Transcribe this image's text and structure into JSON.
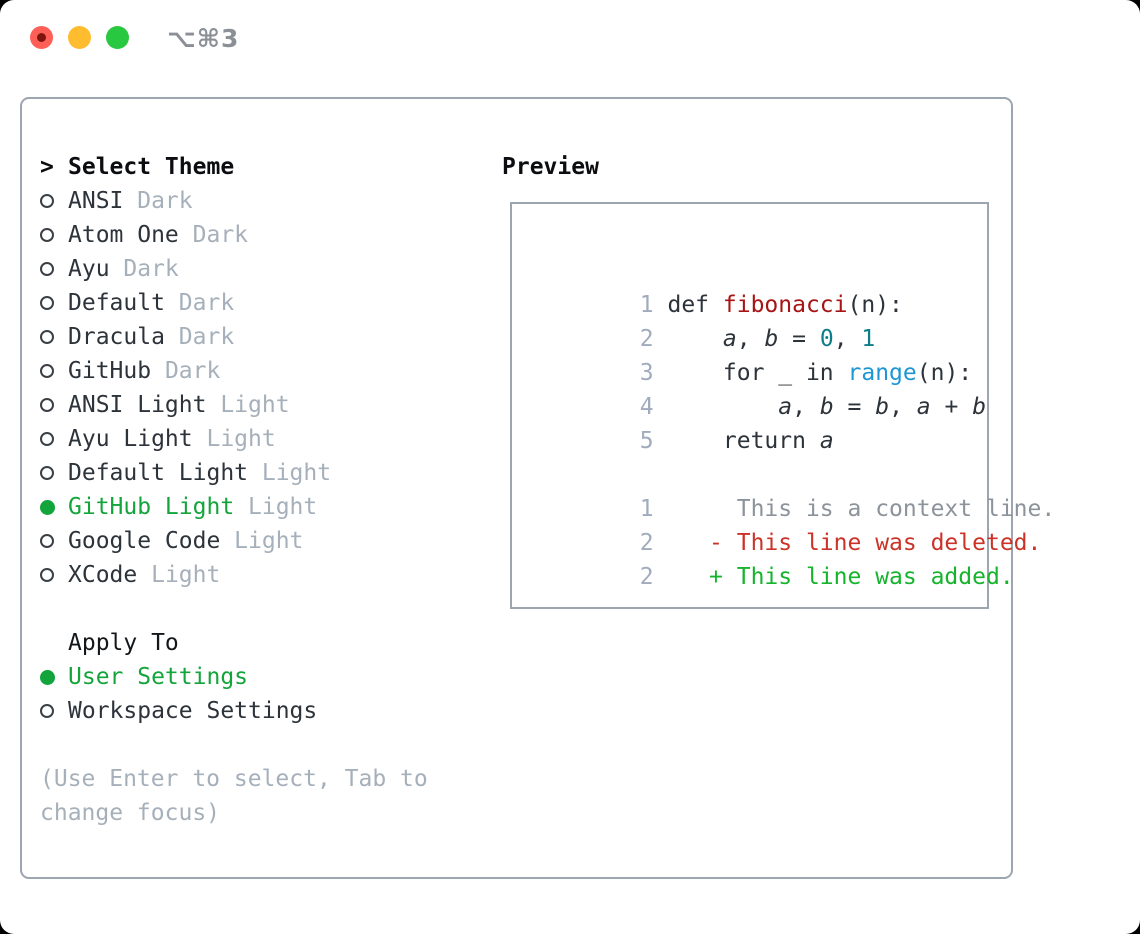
{
  "window": {
    "title": "⌥⌘3"
  },
  "colors": {
    "ink": "#2d333a",
    "black": "#0b0d10",
    "muted": "#a6b0ba",
    "ln": "#a0abbd",
    "ctx": "#8c939b",
    "green": "#14a43c",
    "green-add": "#16b42d",
    "red-del": "#cb3328",
    "red-fn": "#a81414",
    "teal": "#0d7e88",
    "blue": "#1d96d3",
    "border": "#9da6b0",
    "title-gray": "#8a9096",
    "tl-red": "#ff5f57",
    "tl-yellow": "#febc2e",
    "tl-green": "#28c840",
    "tl-dot": "#7d150e"
  },
  "left_panel": {
    "prompt": ">",
    "header": "Select Theme",
    "themes": [
      {
        "name": "ANSI",
        "variant": "Dark",
        "selected": false
      },
      {
        "name": "Atom One",
        "variant": "Dark",
        "selected": false
      },
      {
        "name": "Ayu",
        "variant": "Dark",
        "selected": false
      },
      {
        "name": "Default",
        "variant": "Dark",
        "selected": false
      },
      {
        "name": "Dracula",
        "variant": "Dark",
        "selected": false
      },
      {
        "name": "GitHub",
        "variant": "Dark",
        "selected": false
      },
      {
        "name": "ANSI Light",
        "variant": "Light",
        "selected": false
      },
      {
        "name": "Ayu Light",
        "variant": "Light",
        "selected": false
      },
      {
        "name": "Default Light",
        "variant": "Light",
        "selected": false
      },
      {
        "name": "GitHub Light",
        "variant": "Light",
        "selected": true
      },
      {
        "name": "Google Code",
        "variant": "Light",
        "selected": false
      },
      {
        "name": "XCode",
        "variant": "Light",
        "selected": false
      }
    ],
    "apply_to": {
      "label": "Apply To",
      "options": [
        {
          "label": "User Settings",
          "selected": true
        },
        {
          "label": "Workspace Settings",
          "selected": false
        }
      ]
    },
    "hint_line1": "(Use Enter to select, Tab to",
    "hint_line2": "change focus)"
  },
  "preview": {
    "label": "Preview",
    "code": [
      {
        "num": "1",
        "tokens": [
          {
            "text": "def ",
            "type": "plain"
          },
          {
            "text": "fibonacci",
            "type": "function"
          },
          {
            "text": "(n):",
            "type": "plain"
          }
        ]
      },
      {
        "num": "2",
        "tokens": [
          {
            "text": "    ",
            "type": "plain"
          },
          {
            "text": "a",
            "type": "variable"
          },
          {
            "text": ", ",
            "type": "plain"
          },
          {
            "text": "b",
            "type": "variable"
          },
          {
            "text": " = ",
            "type": "plain"
          },
          {
            "text": "0",
            "type": "number"
          },
          {
            "text": ", ",
            "type": "plain"
          },
          {
            "text": "1",
            "type": "number"
          }
        ]
      },
      {
        "num": "3",
        "tokens": [
          {
            "text": "    for _ in ",
            "type": "plain"
          },
          {
            "text": "range",
            "type": "call"
          },
          {
            "text": "(n):",
            "type": "plain"
          }
        ]
      },
      {
        "num": "4",
        "tokens": [
          {
            "text": "        ",
            "type": "plain"
          },
          {
            "text": "a",
            "type": "variable"
          },
          {
            "text": ", ",
            "type": "plain"
          },
          {
            "text": "b",
            "type": "variable"
          },
          {
            "text": " = ",
            "type": "plain"
          },
          {
            "text": "b",
            "type": "variable"
          },
          {
            "text": ", ",
            "type": "plain"
          },
          {
            "text": "a",
            "type": "variable"
          },
          {
            "text": " + ",
            "type": "plain"
          },
          {
            "text": "b",
            "type": "variable"
          }
        ]
      },
      {
        "num": "5",
        "tokens": [
          {
            "text": "    return ",
            "type": "plain"
          },
          {
            "text": "a",
            "type": "variable"
          }
        ]
      }
    ],
    "diff": [
      {
        "num": "1",
        "kind": "context",
        "text": "     This is a context line."
      },
      {
        "num": "2",
        "kind": "deleted",
        "text": "   - This line was deleted."
      },
      {
        "num": "2",
        "kind": "added",
        "text": "   + This line was added."
      }
    ]
  }
}
